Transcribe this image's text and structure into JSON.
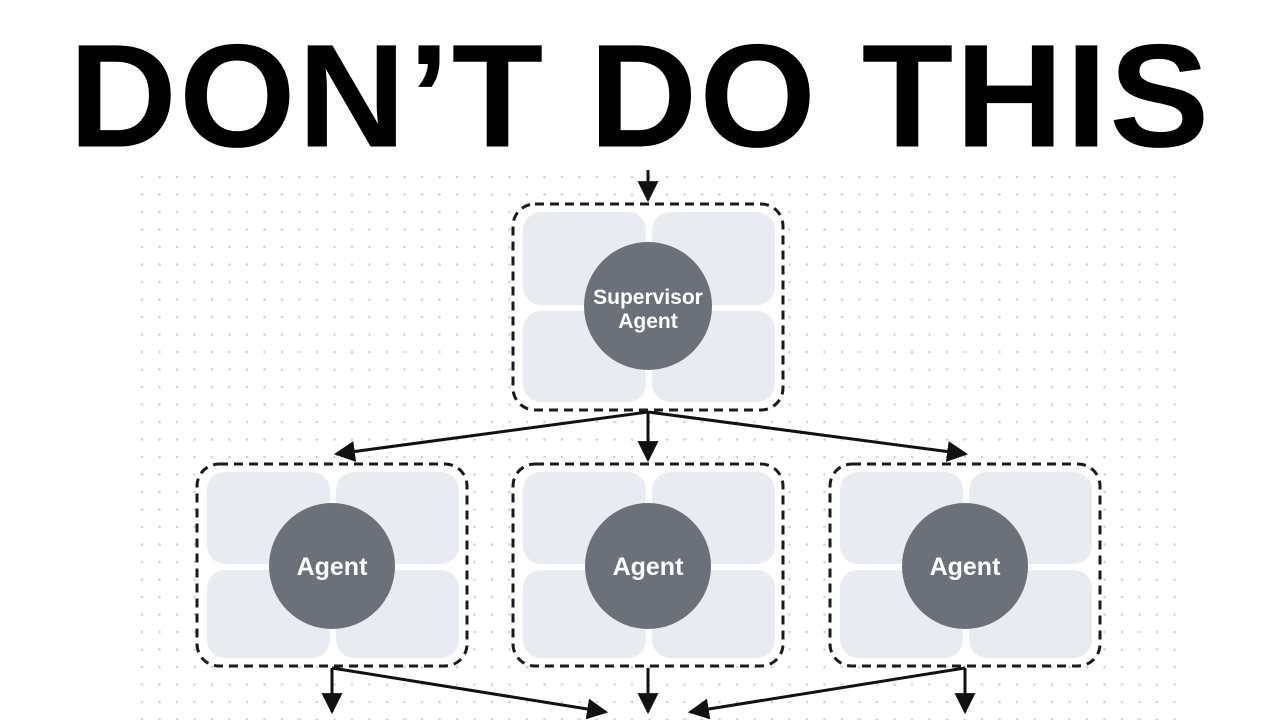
{
  "headline": "DON’T DO THIS",
  "diagram": {
    "supervisor": {
      "label_line1": "Supervisor",
      "label_line2": "Agent"
    },
    "agents": [
      {
        "label": "Agent"
      },
      {
        "label": "Agent"
      },
      {
        "label": "Agent"
      }
    ]
  },
  "colors": {
    "circle_fill": "#6b7079",
    "tile_fill": "#e8ebf0",
    "dashed_border": "#1a1a1a",
    "arrow": "#111111",
    "grid_dot": "#cfd3d8"
  }
}
